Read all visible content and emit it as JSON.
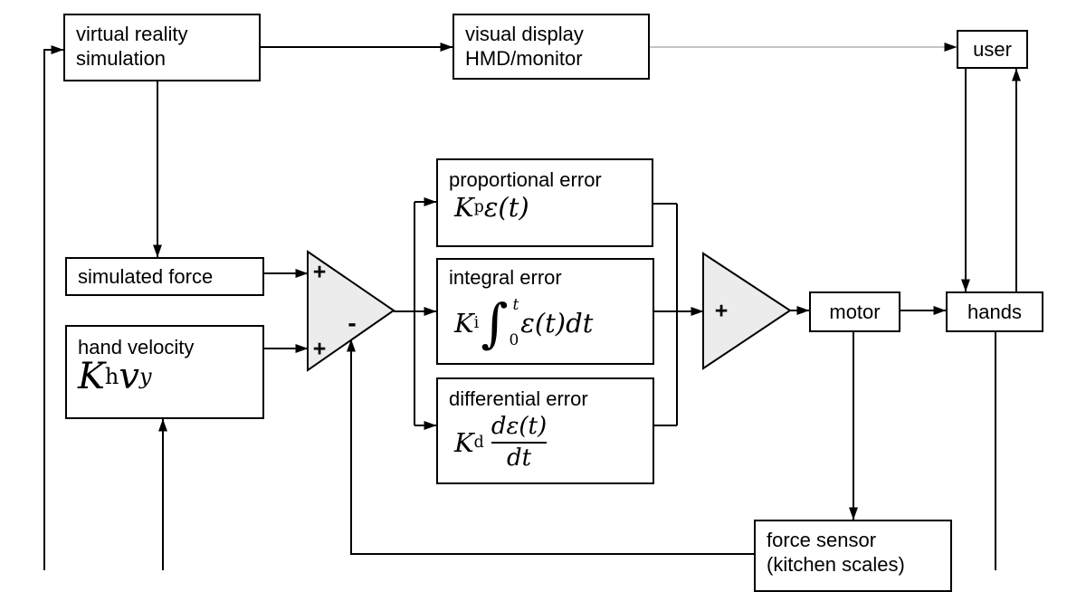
{
  "diagram": {
    "boxes": {
      "vr_sim": {
        "line1": "virtual reality",
        "line2": "simulation"
      },
      "visual_display": {
        "line1": "visual display",
        "line2": "HMD/monitor"
      },
      "user": {
        "label": "user"
      },
      "simulated_force": {
        "label": "simulated force"
      },
      "hand_velocity": {
        "title": "hand velocity",
        "coef": "K",
        "coef_sub": "h",
        "var": "v",
        "var_sub": "y"
      },
      "proportional": {
        "title": "proportional error",
        "coef": "K",
        "coef_sub": "p",
        "expr": "ε(t)"
      },
      "integral": {
        "title": "integral error",
        "coef": "K",
        "coef_sub": "i",
        "int_sign": "∫",
        "upper": "t",
        "lower": "0",
        "expr": "ε(t)dt"
      },
      "differential": {
        "title": "differential error",
        "coef": "K",
        "coef_sub": "d",
        "num": "dε(t)",
        "den": "dt"
      },
      "motor": {
        "label": "motor"
      },
      "hands": {
        "label": "hands"
      },
      "force_sensor": {
        "line1": "force sensor",
        "line2": "(kitchen scales)"
      }
    },
    "junctions": {
      "error_sum": {
        "plus_top": "+",
        "minus": "-",
        "plus_bottom": "+"
      },
      "output_sum": {
        "plus": "+"
      }
    },
    "colors": {
      "background": "#ffffff",
      "line": "#000000",
      "thin_line": "#888888",
      "junction_fill": "#ececec",
      "box_border": "#000000"
    }
  }
}
